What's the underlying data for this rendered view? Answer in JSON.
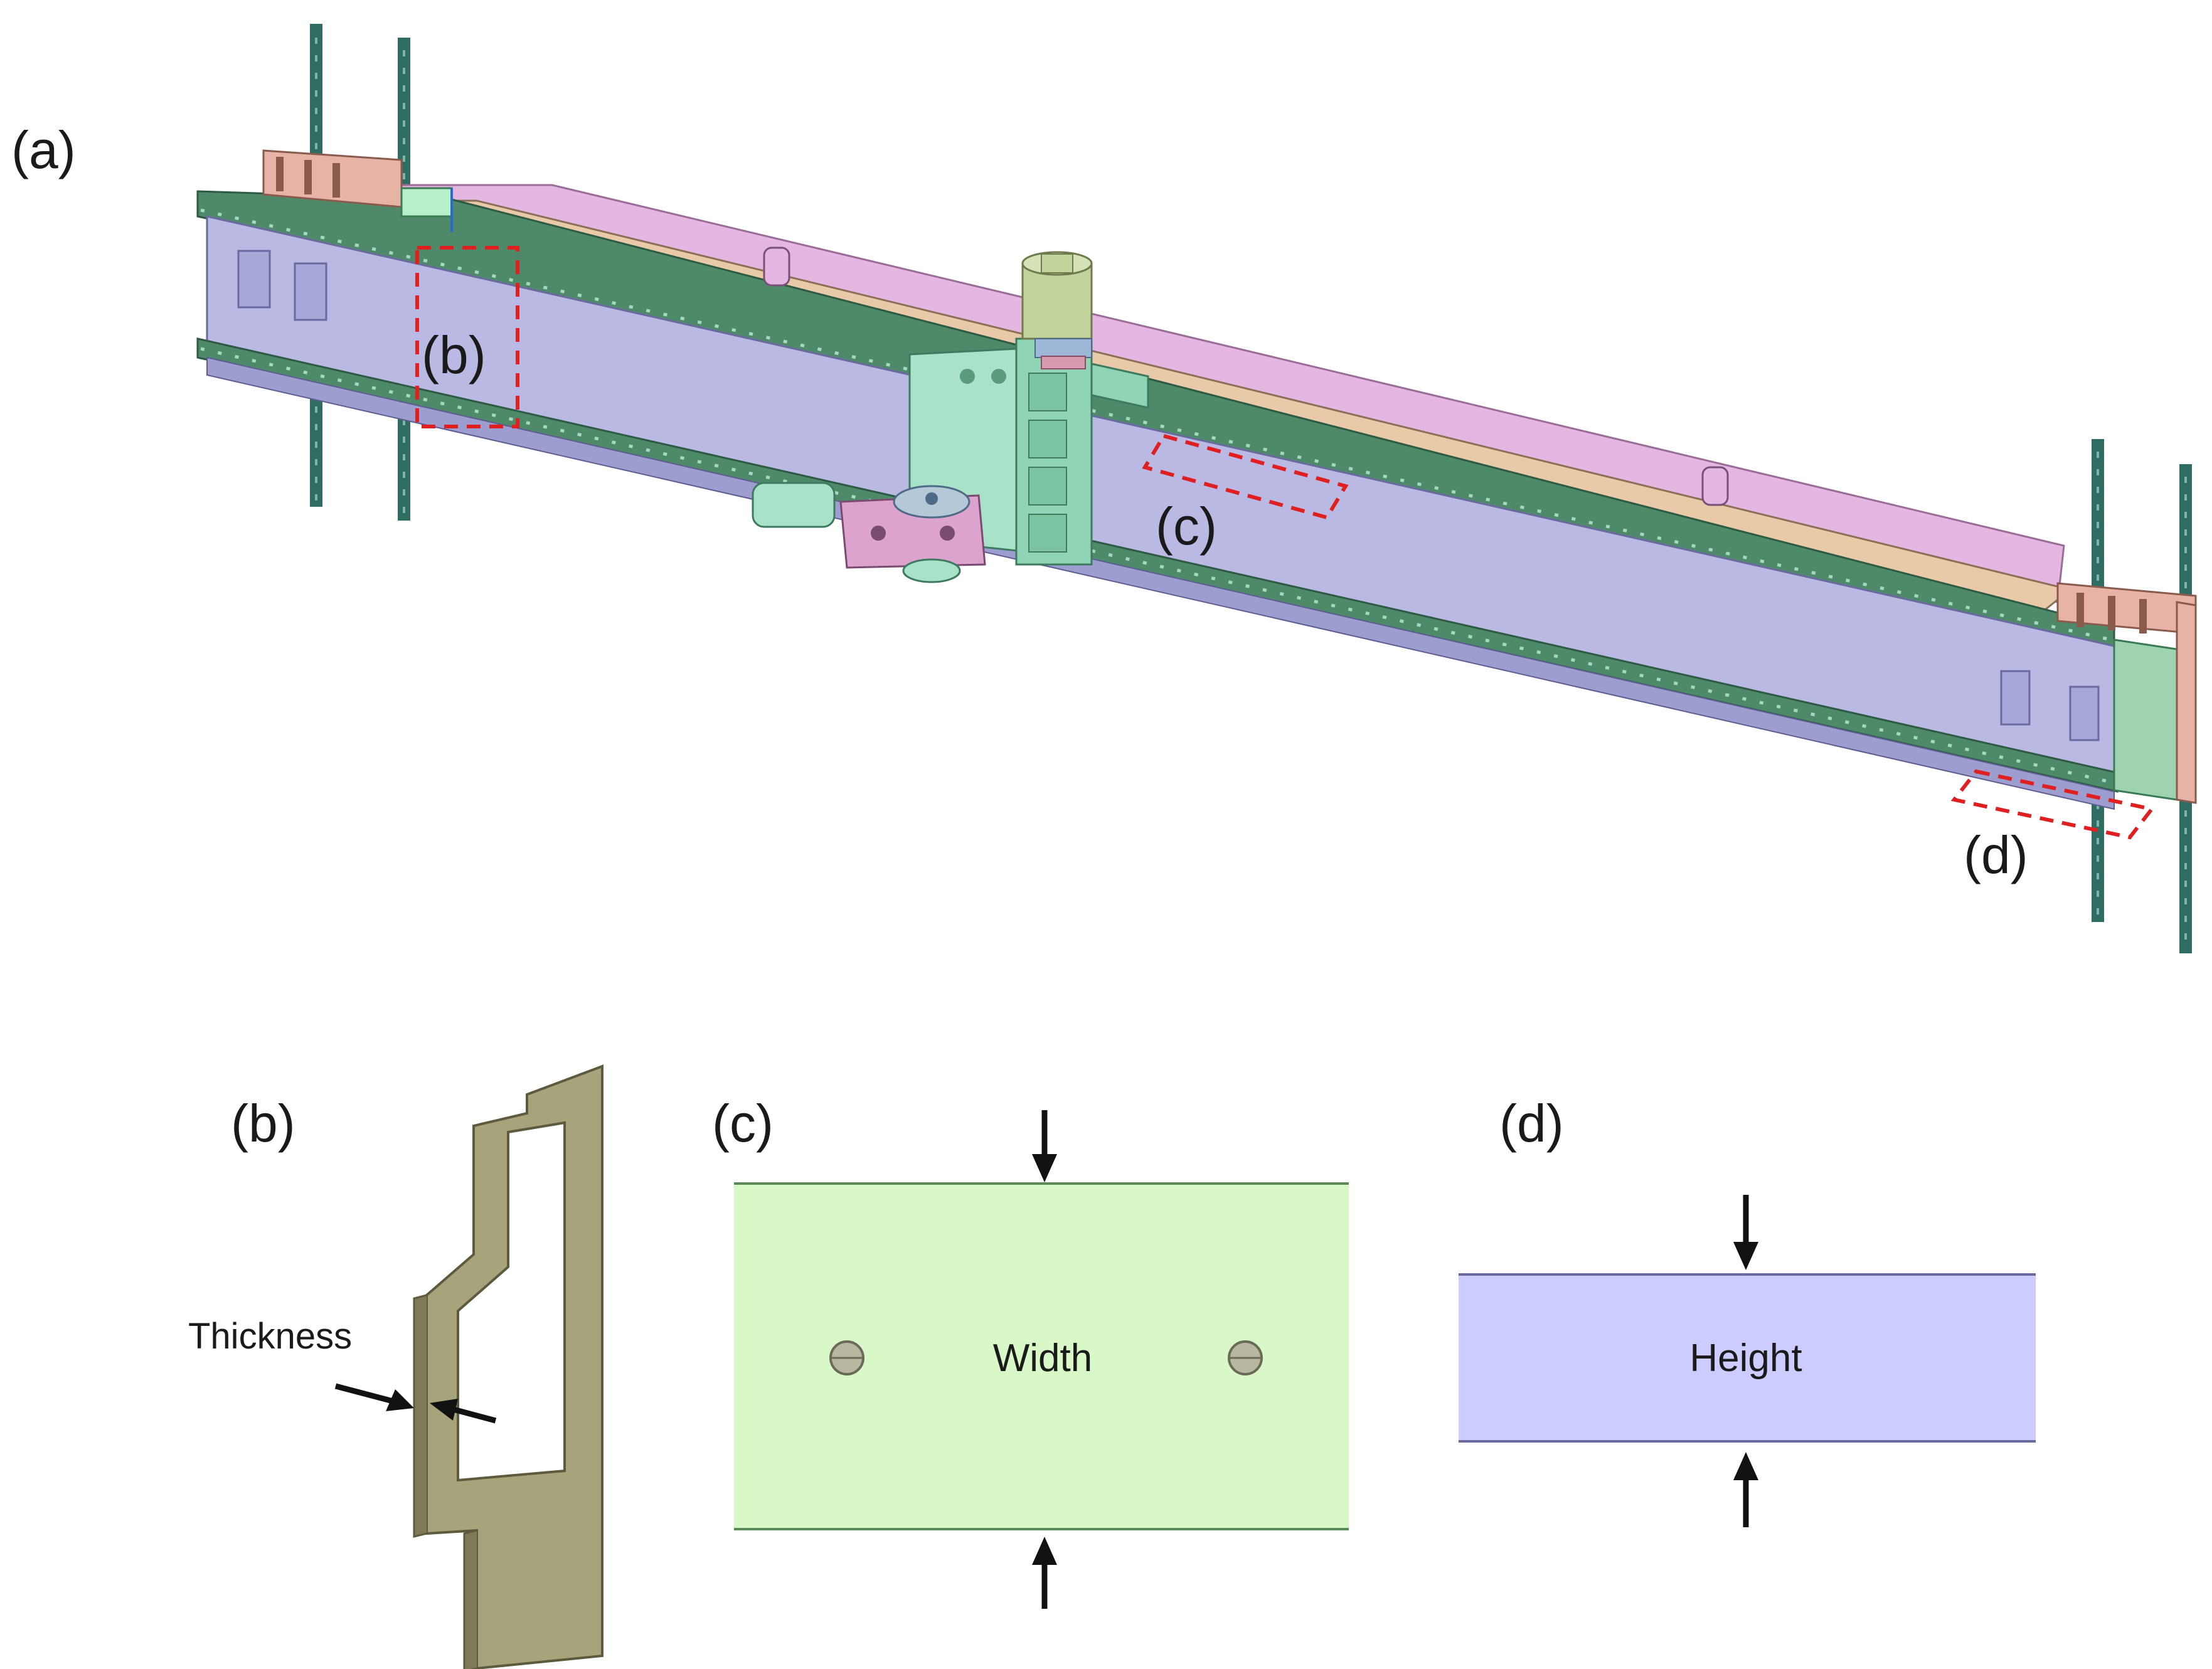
{
  "figure": {
    "panel_labels": {
      "a": "(a)",
      "b": "(b)",
      "c": "(c)",
      "d": "(d)"
    },
    "callouts": {
      "b": "(b)",
      "c": "(c)",
      "d": "(d)"
    },
    "dimension_labels": {
      "thickness": "Thickness",
      "width": "Width",
      "height": "Height"
    },
    "colors": {
      "beam_web": "#b9b9e3",
      "top_cover": "#e6b6e3",
      "rail_plank": "#e8c9a8",
      "green_rail": "#4e8a6a",
      "carriage": "#a8e2c8",
      "motor": "#c2d49c",
      "end_plate": "#e6b3a6",
      "columns": "#2f6d62",
      "red_box": "#e02020",
      "plate_b": "#a7a37a",
      "panel_c_fill": "#d8f8c8",
      "panel_d_fill": "#ccccff",
      "arrow": "#111111"
    }
  }
}
